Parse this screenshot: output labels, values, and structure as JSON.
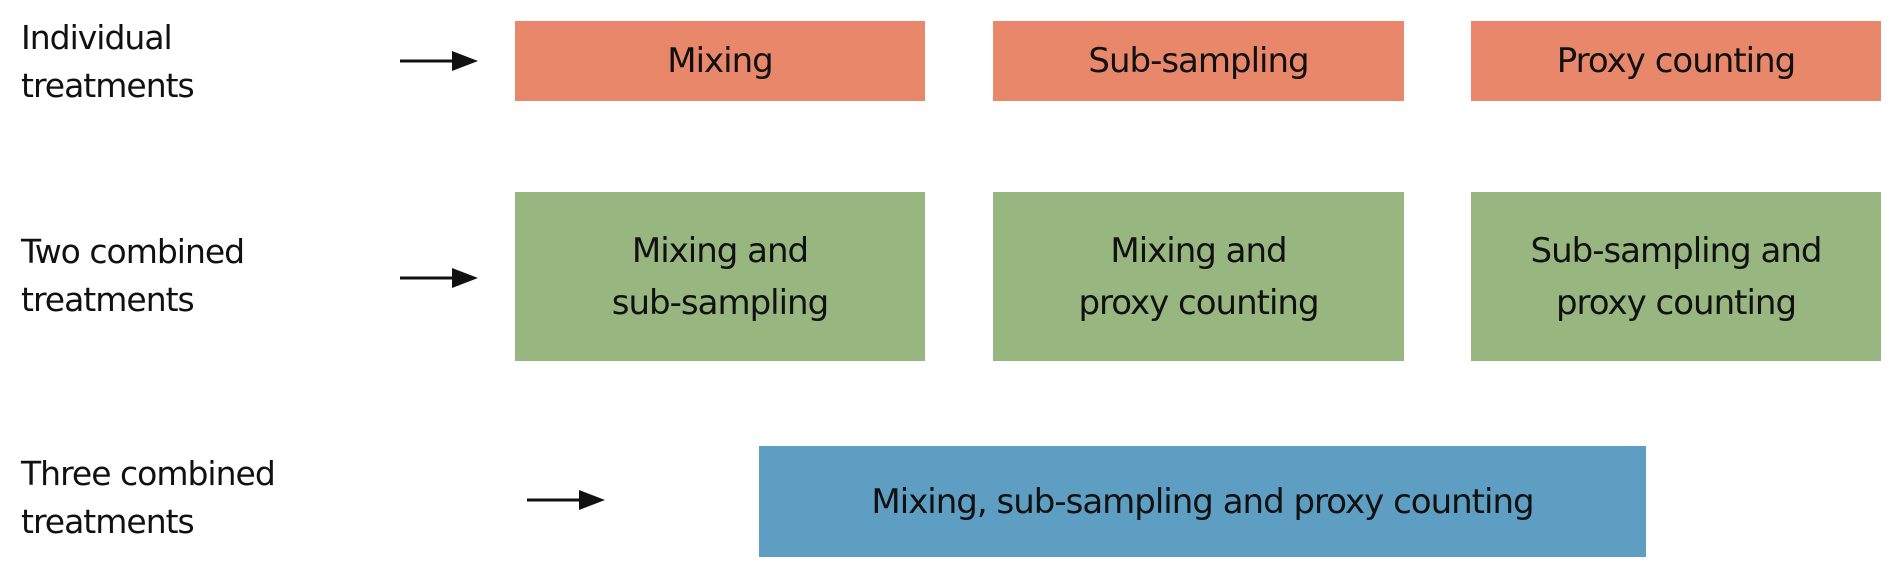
{
  "rows": [
    {
      "label_line1": "Individual",
      "label_line2": "treatments",
      "boxes": [
        "Mixing",
        "Sub-sampling",
        "Proxy counting"
      ],
      "color": "#E9876A"
    },
    {
      "label_line1": "Two combined",
      "label_line2": "treatments",
      "boxes": [
        [
          "Mixing and",
          "sub-sampling"
        ],
        [
          "Mixing and",
          "proxy counting"
        ],
        [
          "Sub-sampling and",
          "proxy counting"
        ]
      ],
      "color": "#97B680"
    },
    {
      "label_line1": "Three combined",
      "label_line2": "treatments",
      "boxes": [
        "Mixing, sub-sampling and proxy counting"
      ],
      "color": "#5E9EC2"
    }
  ]
}
